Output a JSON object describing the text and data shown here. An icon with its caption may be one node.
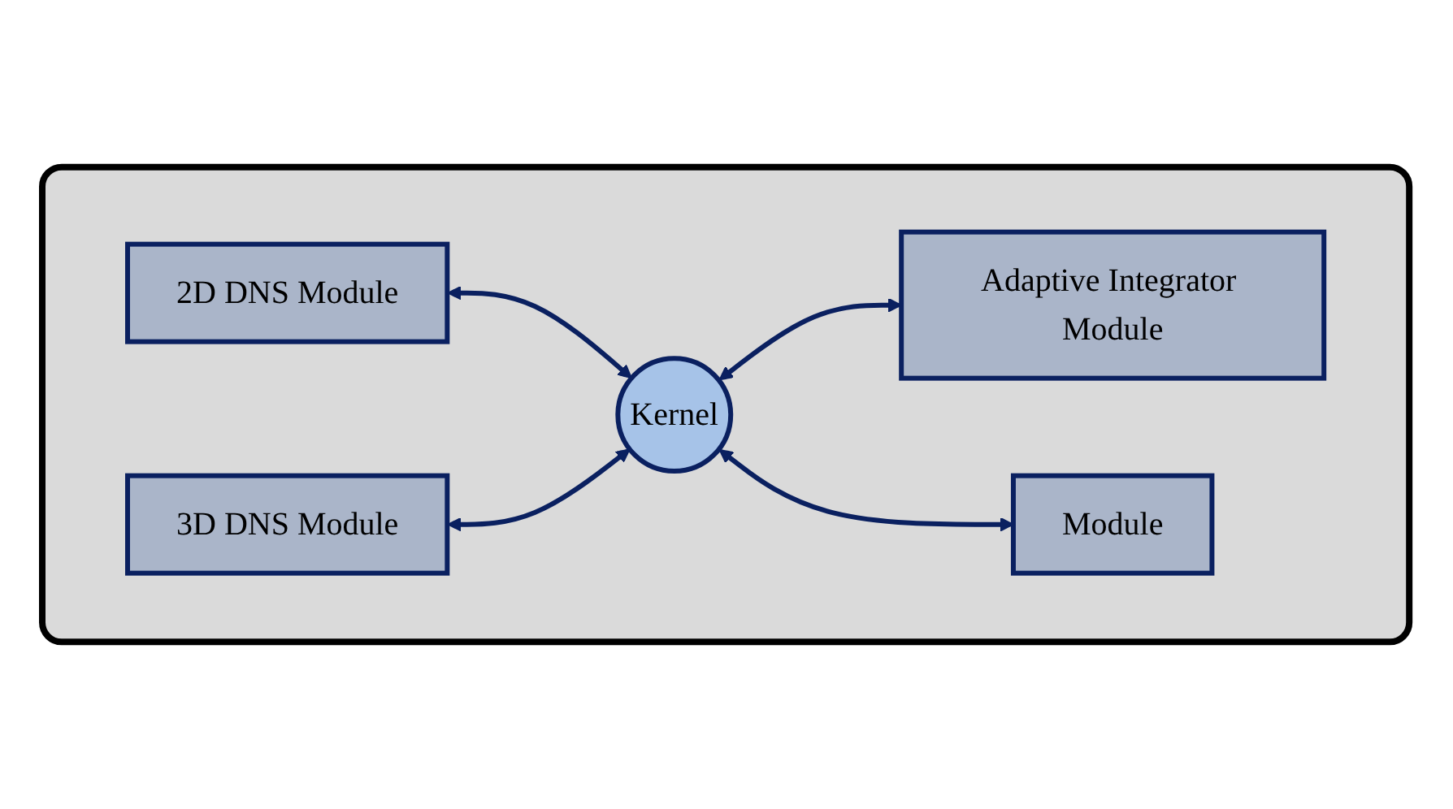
{
  "diagram": {
    "nodes": [
      {
        "text": [],
        "shape": "box"
      },
      {
        "text": [
          "2D DNS Module"
        ],
        "in": 0
      },
      {
        "text": [
          "Adaptive Integrator Module"
        ],
        "in": 0
      },
      {
        "text": [
          "Kernel"
        ],
        "in": 0
      },
      {
        "text": [
          "3D DNS Module"
        ],
        "in": 0
      },
      {
        "text": [
          "Module"
        ],
        "in": 0
      }
    ],
    "edges": [
      {
        "from": 1,
        "to": 3,
        "arrow": "both"
      },
      {
        "from": 3,
        "to": 2,
        "arrow": "both"
      },
      {
        "from": 4,
        "to": 3,
        "arrow": "both"
      },
      {
        "from": 3,
        "to": 5,
        "arrow": "both"
      }
    ]
  }
}
